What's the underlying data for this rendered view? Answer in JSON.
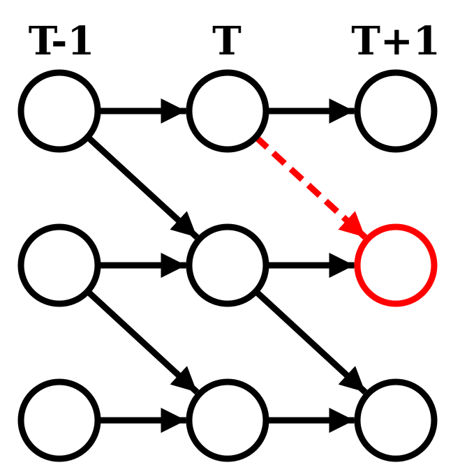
{
  "columns": [
    {
      "id": "t-1",
      "label": "T-1"
    },
    {
      "id": "t",
      "label": "T"
    },
    {
      "id": "t+1",
      "label": "T+1"
    }
  ],
  "colors": {
    "stroke": "#000000",
    "highlight": "#ff0000",
    "background": "#ffffff"
  },
  "nodes": [
    {
      "id": "a1",
      "col": 0,
      "row": 0
    },
    {
      "id": "a2",
      "col": 0,
      "row": 1
    },
    {
      "id": "a3",
      "col": 0,
      "row": 2
    },
    {
      "id": "b1",
      "col": 1,
      "row": 0
    },
    {
      "id": "b2",
      "col": 1,
      "row": 1
    },
    {
      "id": "b3",
      "col": 1,
      "row": 2
    },
    {
      "id": "c1",
      "col": 2,
      "row": 0
    },
    {
      "id": "c2",
      "col": 2,
      "row": 1,
      "highlight": true
    },
    {
      "id": "c3",
      "col": 2,
      "row": 2
    }
  ],
  "edges": [
    {
      "from": "a1",
      "to": "b1"
    },
    {
      "from": "b1",
      "to": "c1"
    },
    {
      "from": "a1",
      "to": "b2"
    },
    {
      "from": "a2",
      "to": "b2"
    },
    {
      "from": "b2",
      "to": "c2"
    },
    {
      "from": "a2",
      "to": "b3"
    },
    {
      "from": "b2",
      "to": "c3"
    },
    {
      "from": "a3",
      "to": "b3"
    },
    {
      "from": "b3",
      "to": "c3"
    },
    {
      "from": "b1",
      "to": "c2",
      "dashed": true,
      "highlight": true
    }
  ]
}
